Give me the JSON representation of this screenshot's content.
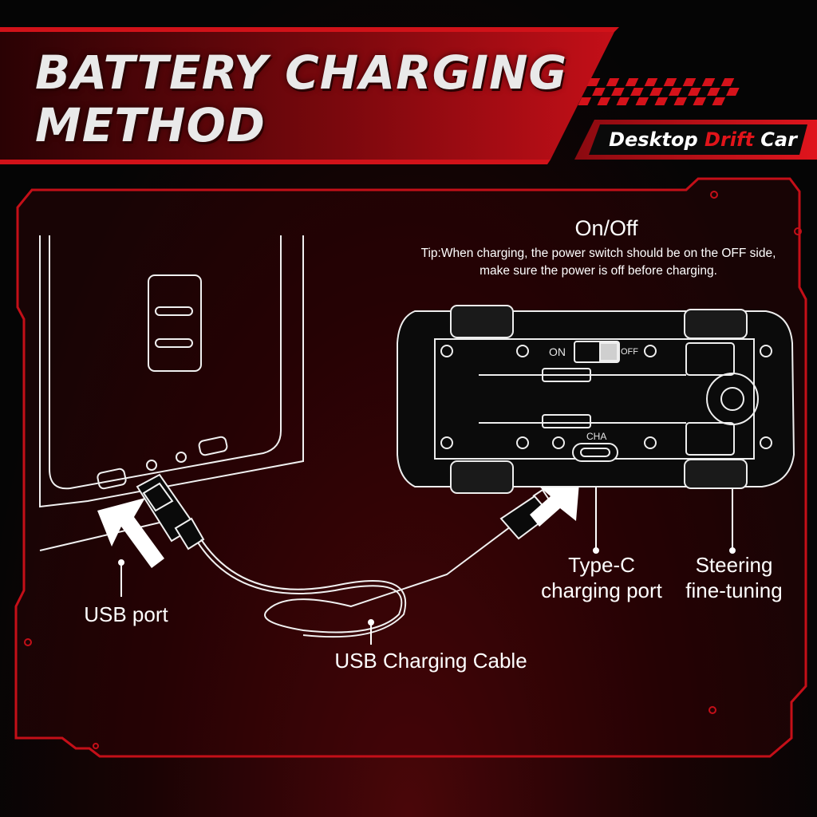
{
  "header": {
    "title_line1": "BATTERY CHARGING",
    "title_line2": "METHOD",
    "brand_word1": "Desktop",
    "brand_word2": "Drift",
    "brand_word3": "Car"
  },
  "switch_info": {
    "title": "On/Off",
    "tip_line1": "Tip:When charging, the power switch should be on the OFF side,",
    "tip_line2": "make sure the power is off before charging.",
    "on_label": "ON",
    "off_label": "OFF"
  },
  "car": {
    "port_marking": "CHA"
  },
  "callouts": {
    "usb_port": "USB port",
    "usb_cable": "USB Charging Cable",
    "typec_line1": "Type-C",
    "typec_line2": "charging port",
    "steering_line1": "Steering",
    "steering_line2": "fine-tuning"
  },
  "colors": {
    "accent_red": "#c8101a",
    "dark_red": "#5a0508",
    "background": "#050505",
    "line_white": "#f0f0f0"
  }
}
